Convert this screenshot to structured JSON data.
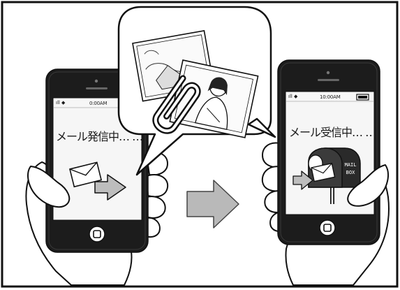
{
  "left_phone": {
    "signal": "ıll ◆",
    "time": "0:00AM",
    "message": "メール発信中… …"
  },
  "right_phone": {
    "signal": "ıll ◆",
    "time": "10:00AM",
    "message": "メール受信中… …",
    "mailbox_line1": "MAIL",
    "mailbox_line2": "BOX"
  },
  "colors": {
    "outline": "#111111",
    "phone_body": "#1c1c1c",
    "screen": "#f6f6f6",
    "arrow_fill": "#b9b9b9",
    "background": "#ffffff"
  },
  "icons": [
    "envelope-icon",
    "arrow-right-icon",
    "mailbox-icon",
    "paperclip-icon",
    "photo-icon"
  ]
}
